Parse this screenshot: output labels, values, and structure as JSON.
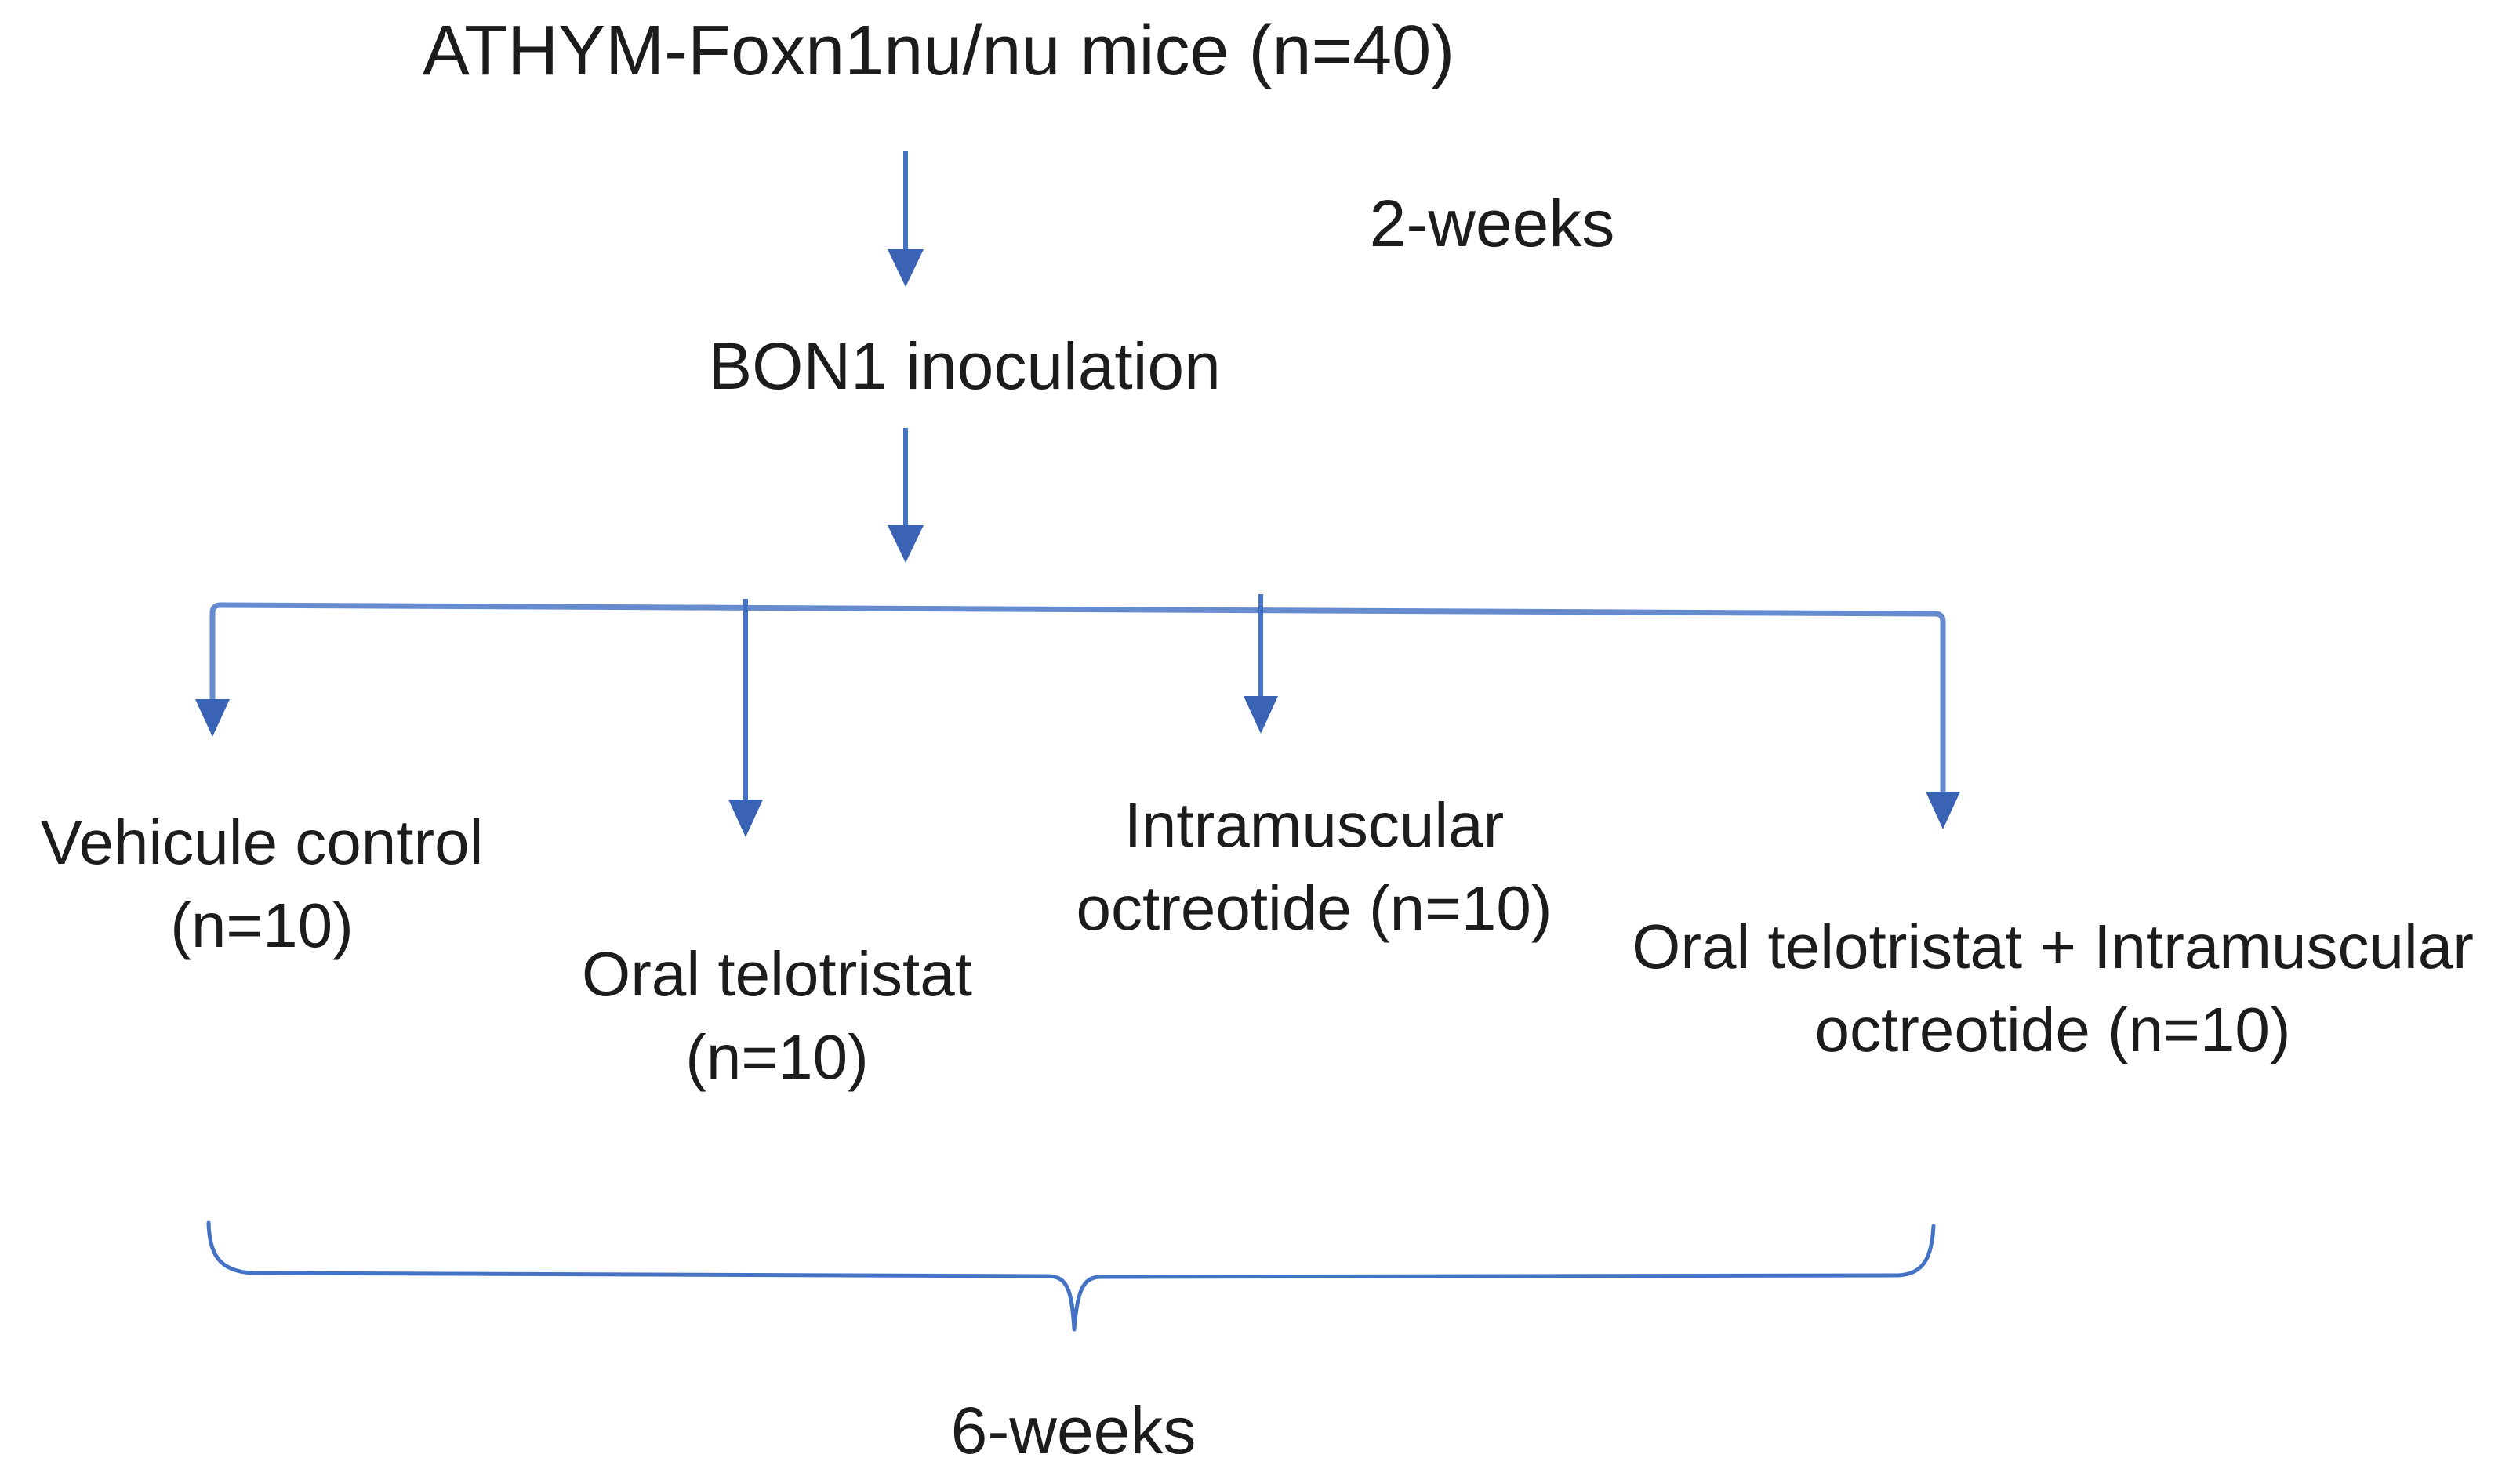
{
  "diagram": {
    "title": "ATHYM-Foxn1nu/nu mice (n=40)",
    "phase1_duration": "2-weeks",
    "intervention": "BON1 inoculation",
    "phase2_duration": "6-weeks",
    "arms": [
      {
        "line1": "Vehicule control",
        "line2": "(n=10)"
      },
      {
        "line1": "Oral telotristat",
        "line2": "(n=10)"
      },
      {
        "line1": "Intramuscular",
        "line2": "octreotide (n=10)"
      },
      {
        "line1": "Oral telotristat + Intramuscular",
        "line2": "octreotide (n=10)"
      }
    ],
    "colors": {
      "connector": "#4472C4",
      "arrowhead": "#3A62B5",
      "text": "#1c1c1c"
    }
  }
}
